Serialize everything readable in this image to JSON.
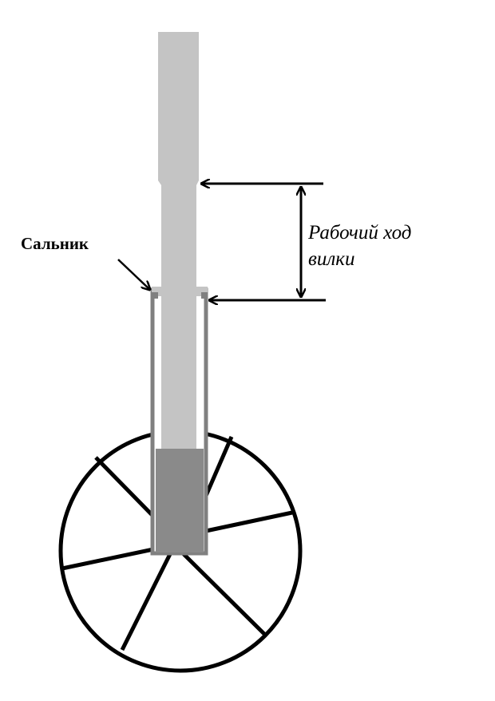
{
  "labels": {
    "seal": "Сальник",
    "travel_line1": "Рабочий ход",
    "travel_line2": "вилки"
  },
  "colors": {
    "background": "#ffffff",
    "stanchion": "#c4c4c4",
    "slider_outline": "#808080",
    "slider_inner": "#8a8a8a",
    "wheel": "#000000",
    "arrow": "#000000"
  }
}
